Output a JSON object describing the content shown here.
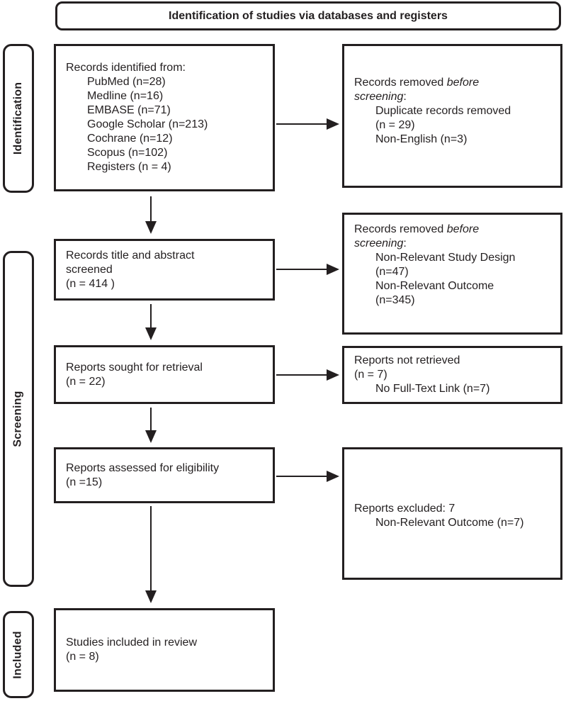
{
  "header": {
    "title": "Identification of studies via databases and registers"
  },
  "sidebars": {
    "identification": {
      "label": "Identification"
    },
    "screening": {
      "label": "Screening"
    },
    "included": {
      "label": "Included"
    }
  },
  "flow": {
    "records_identified": {
      "title": "Records identified from:",
      "items": [
        "PubMed (n=28)",
        "Medline (n=16)",
        "EMBASE (n=71)",
        "Google Scholar (n=213)",
        "Cochrane (n=12)",
        "Scopus (n=102)",
        "Registers (n = 4)"
      ]
    },
    "records_removed_before_screening_1": {
      "line1_regular": "Records removed ",
      "line1_italic": "before",
      "line2_italic": "screening",
      "line2_regular": ":",
      "items": [
        "Duplicate records removed",
        "(n = 29)",
        "Non-English (n=3)"
      ]
    },
    "records_screened": {
      "lines": [
        "Records title and abstract",
        "screened",
        "(n = 414 )"
      ]
    },
    "records_removed_before_screening_2": {
      "line1_regular": "Records removed ",
      "line1_italic": "before",
      "line2_italic": "screening",
      "line2_regular": ":",
      "items": [
        "Non-Relevant Study Design",
        "(n=47)",
        "Non-Relevant Outcome",
        "(n=345)"
      ]
    },
    "reports_sought": {
      "lines": [
        "Reports sought for retrieval",
        "(n = 22)"
      ]
    },
    "reports_not_retrieved": {
      "lines": [
        "Reports not retrieved",
        "(n = 7)"
      ],
      "items": [
        "No Full-Text Link (n=7)"
      ]
    },
    "reports_assessed": {
      "lines": [
        "Reports assessed for eligibility",
        "(n =15)"
      ]
    },
    "reports_excluded": {
      "lines": [
        "Reports excluded: 7"
      ],
      "items": [
        "Non-Relevant Outcome (n=7)"
      ]
    },
    "studies_included": {
      "lines": [
        "Studies included in review",
        "(n = 8)"
      ]
    }
  },
  "colors": {
    "ink": "#231f20",
    "background": "#ffffff"
  }
}
